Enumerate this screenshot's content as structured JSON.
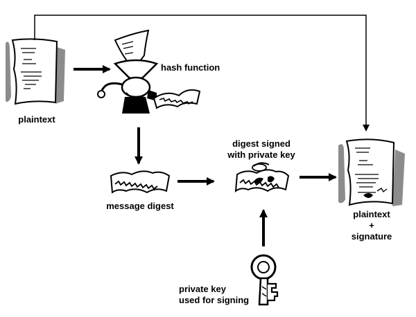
{
  "labels": {
    "plaintext": "plaintext",
    "hash_function": "hash function",
    "message_digest": "message digest",
    "digest_signed_line1": "digest signed",
    "digest_signed_line2": "with private key",
    "plaintext_signature_line1": "plaintext",
    "plaintext_signature_line2": "+",
    "plaintext_signature_line3": "signature",
    "private_key_line1": "private key",
    "private_key_line2": "used for signing"
  },
  "colors": {
    "ink": "#000000",
    "shadow": "#8c8c8c",
    "paper": "#ffffff"
  }
}
